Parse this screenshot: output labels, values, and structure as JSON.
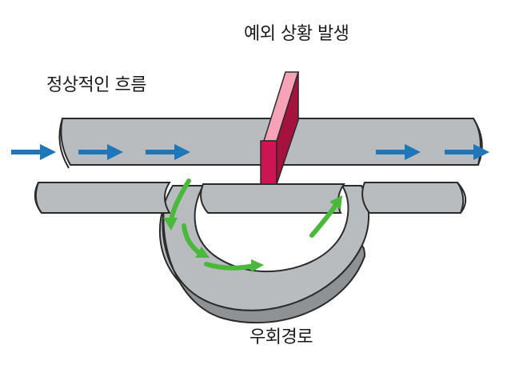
{
  "labels": {
    "normal_flow": "정상적인 흐름",
    "exception": "예외 상황 발생",
    "detour": "우회경로"
  },
  "colors": {
    "pipe_top": "#b9bcbf",
    "pipe_front": "#8e9295",
    "pipe_inner": "#c8cacc",
    "outline": "#2b2b2b",
    "flow_arrow": "#1f76b8",
    "detour_arrow": "#49b83b",
    "barrier_front": "#cc1552",
    "barrier_side": "#8f0f3a",
    "barrier_top": "#f7a3b6"
  },
  "icons": [
    "arrow-right-icon",
    "curved-arrow-icon"
  ]
}
